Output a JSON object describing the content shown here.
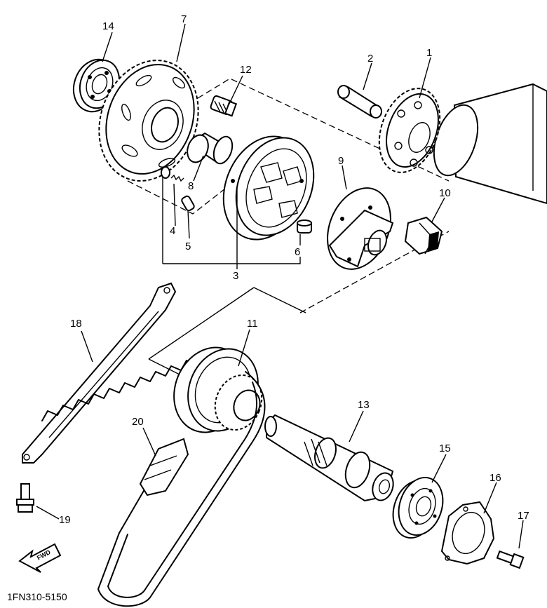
{
  "diagram": {
    "catalog_code": "1FN310-5150",
    "fwd_text": "FWD",
    "callouts": [
      {
        "id": "1",
        "text": "1"
      },
      {
        "id": "2",
        "text": "2"
      },
      {
        "id": "3",
        "text": "3"
      },
      {
        "id": "4",
        "text": "4"
      },
      {
        "id": "5",
        "text": "5"
      },
      {
        "id": "6",
        "text": "6"
      },
      {
        "id": "7",
        "text": "7"
      },
      {
        "id": "8",
        "text": "8"
      },
      {
        "id": "9",
        "text": "9"
      },
      {
        "id": "10",
        "text": "10"
      },
      {
        "id": "11",
        "text": "11"
      },
      {
        "id": "12",
        "text": "12"
      },
      {
        "id": "13",
        "text": "13"
      },
      {
        "id": "14",
        "text": "14"
      },
      {
        "id": "15",
        "text": "15"
      },
      {
        "id": "16",
        "text": "16"
      },
      {
        "id": "17",
        "text": "17"
      },
      {
        "id": "18",
        "text": "18"
      },
      {
        "id": "19",
        "text": "19"
      },
      {
        "id": "20",
        "text": "20"
      }
    ]
  }
}
